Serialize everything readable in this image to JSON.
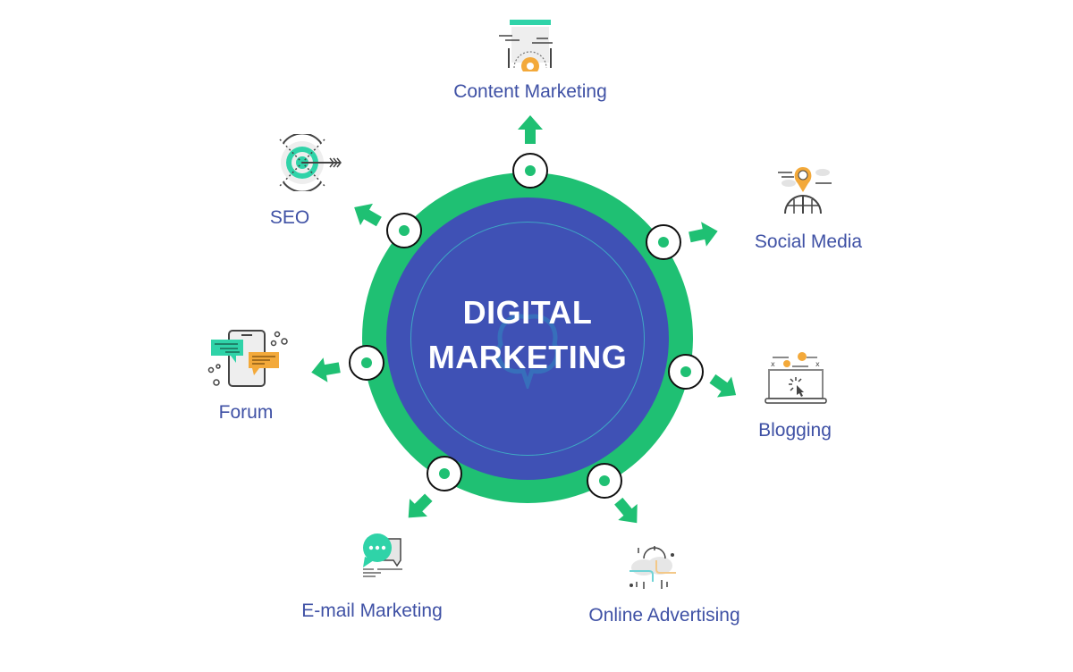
{
  "diagram": {
    "center": {
      "line1": "DIGITAL",
      "line2": "MARKETING"
    },
    "colors": {
      "ring": "#1fc073",
      "core": "#3f51b5",
      "label": "#3f51a5",
      "accent_teal": "#2fd3a8",
      "accent_orange": "#f3a93a",
      "line_dark": "#444444",
      "background": "#ffffff"
    },
    "branches": [
      {
        "id": "content-marketing",
        "label": "Content Marketing",
        "icon": "content-gear-icon"
      },
      {
        "id": "social-media",
        "label": "Social Media",
        "icon": "location-globe-icon"
      },
      {
        "id": "blogging",
        "label": "Blogging",
        "icon": "laptop-cursor-icon"
      },
      {
        "id": "online-advertising",
        "label": "Online Advertising",
        "icon": "cloud-arrows-icon"
      },
      {
        "id": "email-marketing",
        "label": "E-mail Marketing",
        "icon": "chat-bubble-icon"
      },
      {
        "id": "forum",
        "label": "Forum",
        "icon": "phone-chat-icon"
      },
      {
        "id": "seo",
        "label": "SEO",
        "icon": "target-arrow-icon"
      }
    ]
  }
}
